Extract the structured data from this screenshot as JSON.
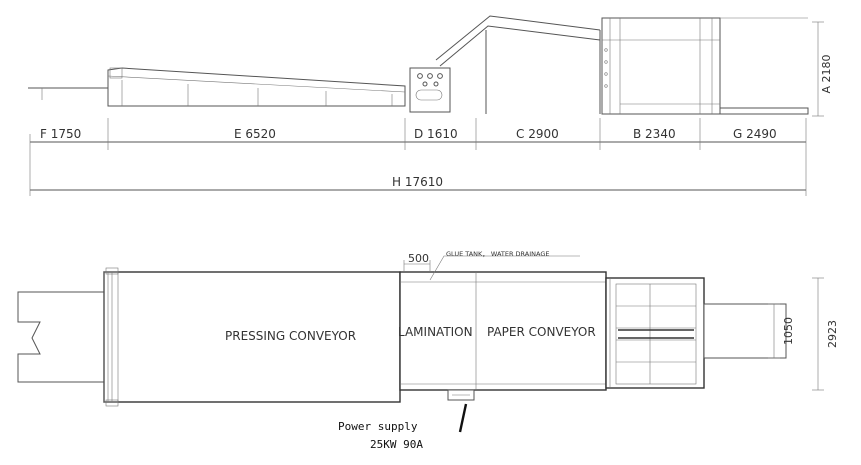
{
  "side_view": {
    "dimensions": {
      "f": "F 1750",
      "e": "E 6520",
      "d": "D 1610",
      "c": "C 2900",
      "b": "B 2340",
      "g": "G 2490",
      "h": "H 17610",
      "a": "A 2180"
    }
  },
  "top_view": {
    "labels": {
      "pressing": "PRESSING CONVEYOR",
      "lamination": "LAMINATION",
      "paper": "PAPER CONVEYOR",
      "glue_tank": "GLUE TANK，  WATER DRAINAGE"
    },
    "dimensions": {
      "d500": "500",
      "d1050": "1050",
      "d2923": "2923"
    },
    "power": {
      "line1": "Power supply",
      "line2": "25KW 90A"
    }
  }
}
